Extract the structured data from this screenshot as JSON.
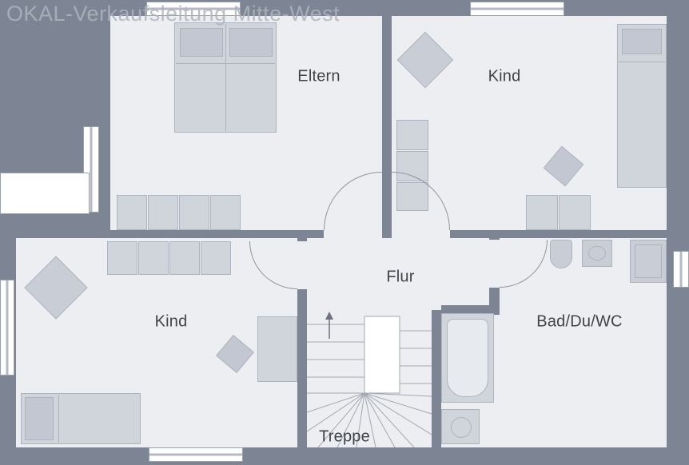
{
  "watermark": {
    "text": "OKAL-Verkaufsleitung Mitte-West"
  },
  "floorplan": {
    "rooms": [
      {
        "id": "eltern",
        "label": "Eltern"
      },
      {
        "id": "kind-top-right",
        "label": "Kind"
      },
      {
        "id": "kind-bottom-left",
        "label": "Kind"
      },
      {
        "id": "flur",
        "label": "Flur"
      },
      {
        "id": "bad-du-wc",
        "label": "Bad/Du/WC"
      },
      {
        "id": "treppe",
        "label": "Treppe"
      }
    ],
    "colors": {
      "wall": "#7d8594",
      "floor": "#edeef1",
      "furniture": "#d0d4db",
      "furniture_dark": "#c2c7d1",
      "window": "#ffffff",
      "label_text": "#3f444b",
      "watermark_text": "#aeb4be"
    }
  }
}
